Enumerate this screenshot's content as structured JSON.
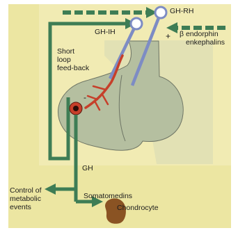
{
  "labels": {
    "gh_rh": "GH-RH",
    "gh_ih": "GH-IH",
    "beta_endorphin": "β endorphin",
    "enkephalins": "enkephalins",
    "plus_sign": "+",
    "minus_sign": "-",
    "short_loop": "Short\nloop\nfeed-back",
    "gh": "GH",
    "control_metabolic": "Control of\nmetabolic\nevents",
    "somatomedins": "Somatomedins",
    "chondrocyte": "Chondrocyte"
  },
  "colors": {
    "paper": "#ffffff",
    "panel": "#ece6a2",
    "panel_upper": "#f1ebb3",
    "gland": "#b5bfa0",
    "gland_edge": "#6d7464",
    "arrow_green": "#3e7d55",
    "neuron_blue": "#7d8cc4",
    "vessel_red": "#c63f2a",
    "chondrocyte": "#8a5323"
  },
  "icons": {
    "hypothalamic_neuron": "neuron-ring-icon",
    "somatotroph": "cell-nucleus-icon",
    "chondrocyte": "cell-blob-icon"
  }
}
